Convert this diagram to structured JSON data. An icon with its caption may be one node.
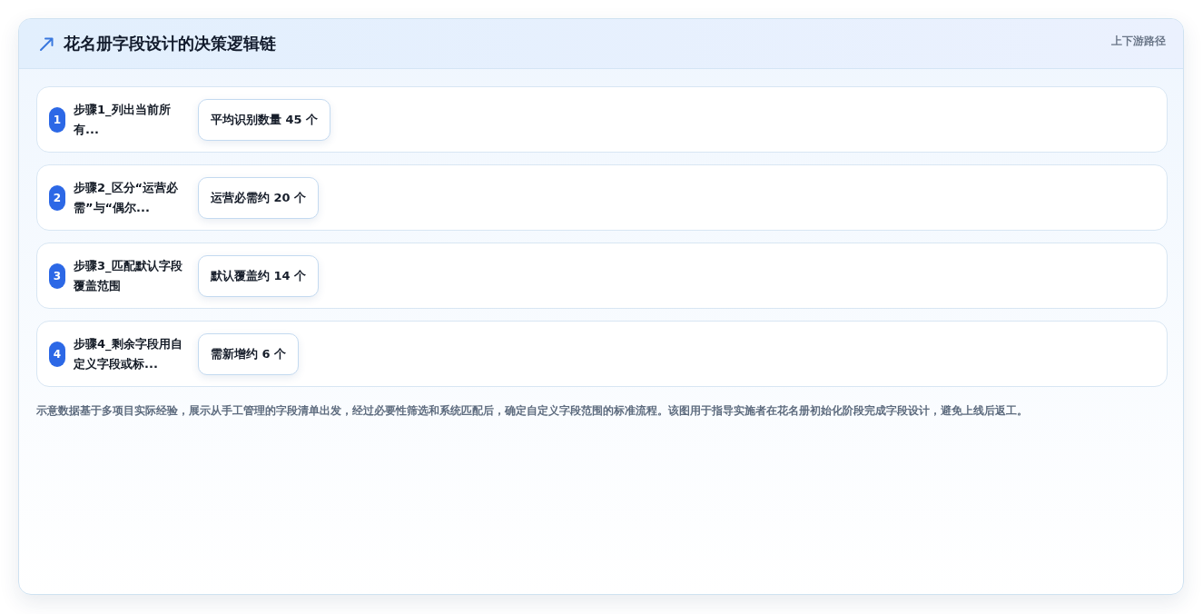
{
  "diagram": {
    "title": "花名册字段设计的决策逻辑链",
    "caption": "示意数据基于多项目实际经验，展示从手工管理的字段清单出发，经过必要性筛选和系统匹配后，确定自定义字段范围的标准流程。该图用于指导实施者在花名册初始化阶段完成字段设计，避免上线后返工。",
    "nodes": [
      {
        "text": [
          "步骤1_列出当前所有..."
        ]
      },
      {
        "text": [
          "1"
        ],
        "in": 0
      },
      {
        "text": [
          "平均识别数量 45 个"
        ],
        "in": 0
      },
      {
        "text": [
          "步骤2_区分“运营必需”与“偶尔..."
        ]
      },
      {
        "text": [
          "2"
        ],
        "in": 3
      },
      {
        "text": [
          "运营必需约 20 个"
        ],
        "in": 3
      },
      {
        "text": [
          "步骤3_匹配默认字段覆盖范围"
        ]
      },
      {
        "text": [
          "3"
        ],
        "in": 6
      },
      {
        "text": [
          "默认覆盖约 14 个"
        ],
        "in": 6
      },
      {
        "text": [
          "步骤4_剩余字段用自定义字段或标..."
        ]
      },
      {
        "text": [
          "4"
        ],
        "in": 9
      },
      {
        "text": [
          "需新增约 6 个"
        ],
        "in": 9
      }
    ],
    "labels": [
      "上下游路径"
    ]
  }
}
